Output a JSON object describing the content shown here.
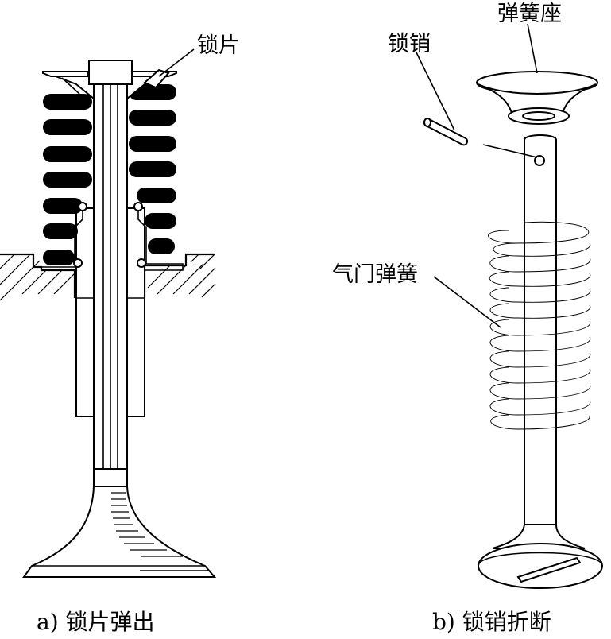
{
  "labels": {
    "lock_piece": "锁片",
    "lock_pin": "锁销",
    "spring_seat": "弹簧座",
    "valve_spring": "气门弹簧"
  },
  "captions": {
    "a": "a) 锁片弹出",
    "b": "b) 锁销折断"
  }
}
